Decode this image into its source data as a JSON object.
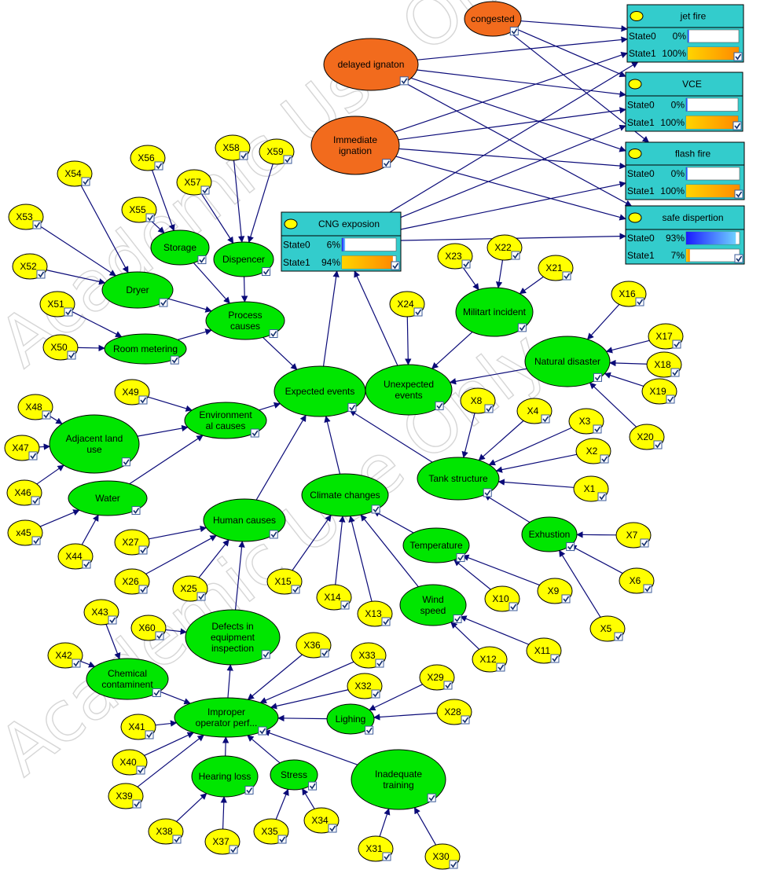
{
  "watermark": "Academic Use Only",
  "nodes": {
    "congested": "congested",
    "delayed": "delayed ignaton",
    "immediate1": "Immediate",
    "immediate2": "ignation",
    "storage": "Storage",
    "dispencer": "Dispencer",
    "dryer": "Dryer",
    "process1": "Process",
    "process2": "causes",
    "room": "Room metering",
    "expected": "Expected events",
    "env1": "Environment",
    "env2": "al causes",
    "adj1": "Adjacent land",
    "adj2": "use",
    "water": "Water",
    "human": "Human causes",
    "climate": "Climate changes",
    "unexp1": "Unexpected",
    "unexp2": "events",
    "military": "Militart incident",
    "natural": "Natural disaster",
    "tank": "Tank structure",
    "exhustion": "Exhustion",
    "temperature": "Temperature",
    "wind1": "Wind",
    "wind2": "speed",
    "defects1": "Defects in",
    "defects2": "equipment",
    "defects3": "inspection",
    "chemical1": "Chemical",
    "chemical2": "contaminent",
    "improper1": "Improper",
    "improper2": "operator perf...",
    "lighing": "Lighing",
    "hearing": "Hearing loss",
    "stress": "Stress",
    "inadequate1": "Inadequate",
    "inadequate2": "training"
  },
  "xnodes": [
    "X53",
    "X54",
    "X56",
    "X55",
    "X57",
    "X58",
    "X59",
    "X52",
    "X51",
    "X50",
    "X49",
    "X48",
    "X47",
    "X46",
    "x45",
    "X44",
    "X27",
    "X26",
    "X25",
    "X24",
    "X23",
    "X22",
    "X21",
    "X16",
    "X17",
    "X18",
    "X19",
    "X20",
    "X8",
    "X4",
    "X3",
    "X2",
    "X1",
    "X7",
    "X6",
    "X5",
    "X9",
    "X10",
    "X11",
    "X12",
    "X15",
    "X14",
    "X13",
    "X43",
    "X60",
    "X42",
    "X36",
    "X33",
    "X32",
    "X29",
    "X28",
    "X41",
    "X40",
    "X39",
    "X38",
    "X37",
    "X35",
    "X34",
    "X31",
    "X30"
  ],
  "monitors": {
    "jet": {
      "title": "jet fire",
      "s0": "State0",
      "p0": "0%",
      "v0": 0,
      "s1": "State1",
      "p1": "100%",
      "v1": 1.0
    },
    "vce": {
      "title": "VCE",
      "s0": "State0",
      "p0": "0%",
      "v0": 0,
      "s1": "State1",
      "p1": "100%",
      "v1": 1.0
    },
    "flash": {
      "title": "flash fire",
      "s0": "State0",
      "p0": "0%",
      "v0": 0,
      "s1": "State1",
      "p1": "100%",
      "v1": 1.0
    },
    "cng": {
      "title": "CNG exposion",
      "s0": "State0",
      "p0": "6%",
      "v0": 0.06,
      "s1": "State1",
      "p1": "94%",
      "v1": 0.94
    },
    "safe": {
      "title": "safe dispertion",
      "s0": "State0",
      "p0": "93%",
      "v0": 0.93,
      "s1": "State1",
      "p1": "7%",
      "v1": 0.07
    }
  },
  "colors": {
    "green": "#00e600",
    "yellow": "#ffff00",
    "orange": "#f26b1d",
    "monitor": "#33cccc",
    "arrow": "#0a0a78",
    "bar_blue": "#1a1aff",
    "bar_orange": "#ff9900"
  }
}
